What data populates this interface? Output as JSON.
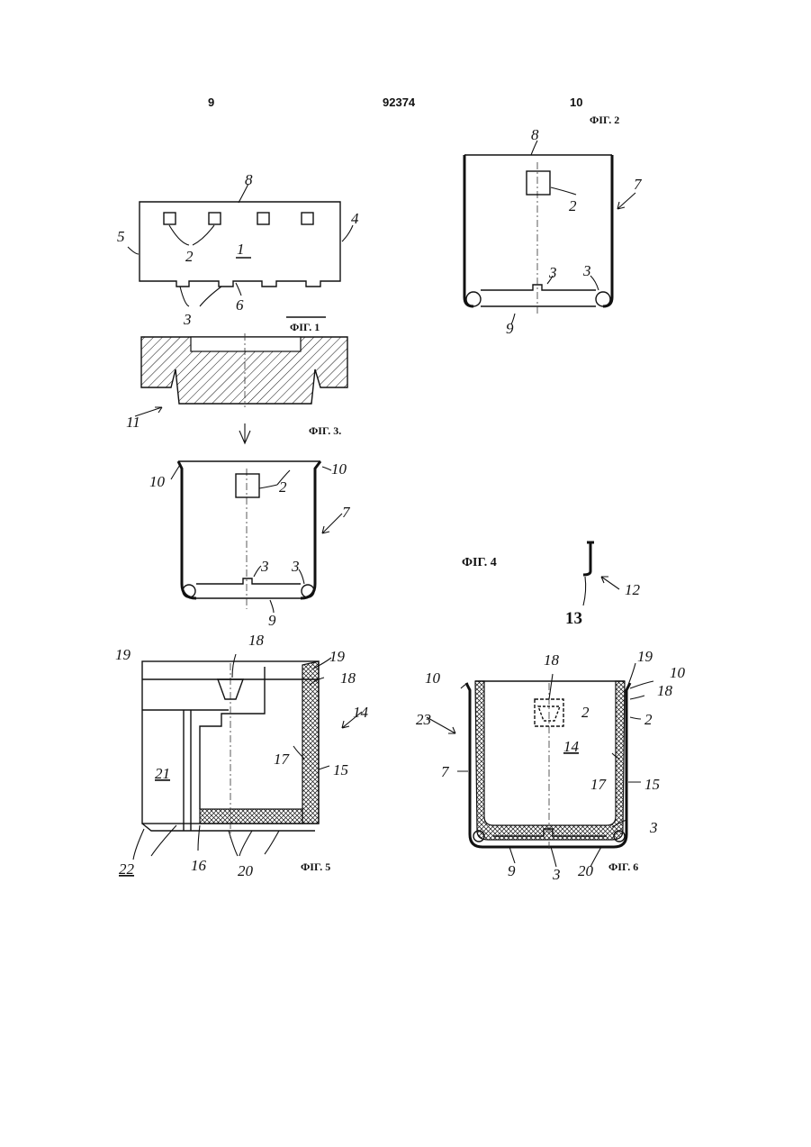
{
  "header": {
    "left_page": "9",
    "center": "92374",
    "right_page": "10"
  },
  "figures": {
    "fig1": {
      "caption": "ФIГ. 1",
      "labels": [
        "8",
        "2",
        "1",
        "4",
        "5",
        "3",
        "6"
      ]
    },
    "fig2": {
      "caption": "ФIГ. 2",
      "labels": [
        "8",
        "7",
        "2",
        "3",
        "3",
        "9"
      ]
    },
    "fig3": {
      "caption": "ФIГ. 3.",
      "labels": [
        "11",
        "10",
        "10",
        "2",
        "7",
        "3",
        "3",
        "9"
      ]
    },
    "fig4": {
      "caption": "ФIГ. 4",
      "labels": [
        "12",
        "13"
      ]
    },
    "fig5": {
      "caption": "ФIГ. 5",
      "labels": [
        "19",
        "18",
        "19",
        "18",
        "14",
        "21",
        "17",
        "15",
        "22",
        "16",
        "20"
      ]
    },
    "fig6": {
      "caption": "ФIГ. 6",
      "labels": [
        "10",
        "18",
        "19",
        "10",
        "23",
        "2",
        "18",
        "14",
        "2",
        "7",
        "17",
        "15",
        "3",
        "9",
        "3",
        "20"
      ]
    }
  }
}
